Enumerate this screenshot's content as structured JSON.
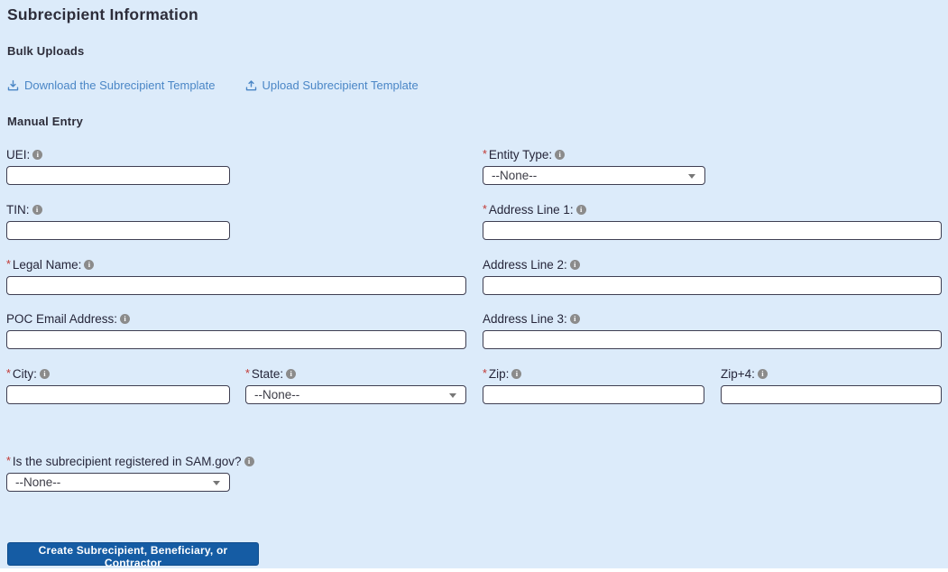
{
  "title": "Subrecipient Information",
  "required_marker": "*",
  "icons": {
    "info_glyph": "i"
  },
  "sections": {
    "bulk_uploads": "Bulk Uploads",
    "manual_entry": "Manual Entry"
  },
  "links": {
    "download_label": "Download the Subrecipient Template",
    "upload_label": "Upload Subrecipient Template"
  },
  "fields": {
    "uei": {
      "label": "UEI:",
      "required": false,
      "value": ""
    },
    "tin": {
      "label": "TIN:",
      "required": false,
      "value": ""
    },
    "legal_name": {
      "label": "Legal Name:",
      "required": true,
      "value": ""
    },
    "poc_email": {
      "label": "POC Email Address:",
      "required": false,
      "value": ""
    },
    "city": {
      "label": "City:",
      "required": true,
      "value": ""
    },
    "state": {
      "label": "State:",
      "required": true,
      "value": "--None--"
    },
    "sam_registered": {
      "label": "Is the subrecipient registered in SAM.gov?",
      "required": true,
      "value": "--None--"
    },
    "entity_type": {
      "label": "Entity Type:",
      "required": true,
      "value": "--None--"
    },
    "address1": {
      "label": "Address Line 1:",
      "required": true,
      "value": ""
    },
    "address2": {
      "label": "Address Line 2:",
      "required": false,
      "value": ""
    },
    "address3": {
      "label": "Address Line 3:",
      "required": false,
      "value": ""
    },
    "zip": {
      "label": "Zip:",
      "required": true,
      "value": ""
    },
    "zip4": {
      "label": "Zip+4:",
      "required": false,
      "value": ""
    }
  },
  "button_label": "Create Subrecipient, Beneficiary, or Contractor",
  "colors": {
    "background": "#dcebfa",
    "link": "#4a86c6",
    "button": "#155ca4",
    "required": "#c23934",
    "input_border": "#3f3f52"
  }
}
